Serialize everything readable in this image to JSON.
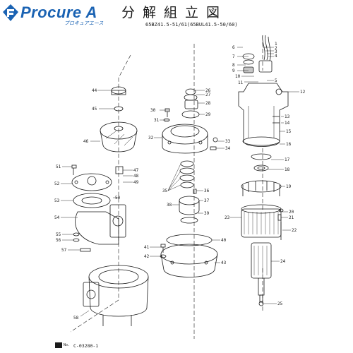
{
  "header": {
    "brand": "Procure A",
    "brand_sub": "プロキュアエース",
    "title": "分解組立図",
    "model": "65BZ41.5-51/61(65BUL41.5-50/60)"
  },
  "footer": {
    "stamp_no": "No.",
    "drawing_number": "C-03280-1"
  },
  "colors": {
    "brand": "#1b63b3",
    "ink": "#1a1a1a"
  },
  "parts": [
    {
      "label": "1"
    },
    {
      "label": "2"
    },
    {
      "label": "3"
    },
    {
      "label": "4"
    },
    {
      "label": "5"
    },
    {
      "label": "6"
    },
    {
      "label": "7"
    },
    {
      "label": "8"
    },
    {
      "label": "9"
    },
    {
      "label": "10"
    },
    {
      "label": "11"
    },
    {
      "label": "12"
    },
    {
      "label": "13"
    },
    {
      "label": "14"
    },
    {
      "label": "15"
    },
    {
      "label": "16"
    },
    {
      "label": "17"
    },
    {
      "label": "18"
    },
    {
      "label": "19"
    },
    {
      "label": "20"
    },
    {
      "label": "21"
    },
    {
      "label": "22"
    },
    {
      "label": "23"
    },
    {
      "label": "24"
    },
    {
      "label": "25"
    },
    {
      "label": "26"
    },
    {
      "label": "27"
    },
    {
      "label": "28"
    },
    {
      "label": "29"
    },
    {
      "label": "30"
    },
    {
      "label": "31"
    },
    {
      "label": "32"
    },
    {
      "label": "33"
    },
    {
      "label": "34"
    },
    {
      "label": "35"
    },
    {
      "label": "36"
    },
    {
      "label": "37"
    },
    {
      "label": "38"
    },
    {
      "label": "39"
    },
    {
      "label": "40"
    },
    {
      "label": "41"
    },
    {
      "label": "42"
    },
    {
      "label": "43"
    },
    {
      "label": "44"
    },
    {
      "label": "45"
    },
    {
      "label": "46"
    },
    {
      "label": "47"
    },
    {
      "label": "48"
    },
    {
      "label": "49"
    },
    {
      "label": "50"
    },
    {
      "label": "51"
    },
    {
      "label": "52"
    },
    {
      "label": "53"
    },
    {
      "label": "54"
    },
    {
      "label": "55"
    },
    {
      "label": "56"
    },
    {
      "label": "57"
    },
    {
      "label": "58"
    }
  ]
}
